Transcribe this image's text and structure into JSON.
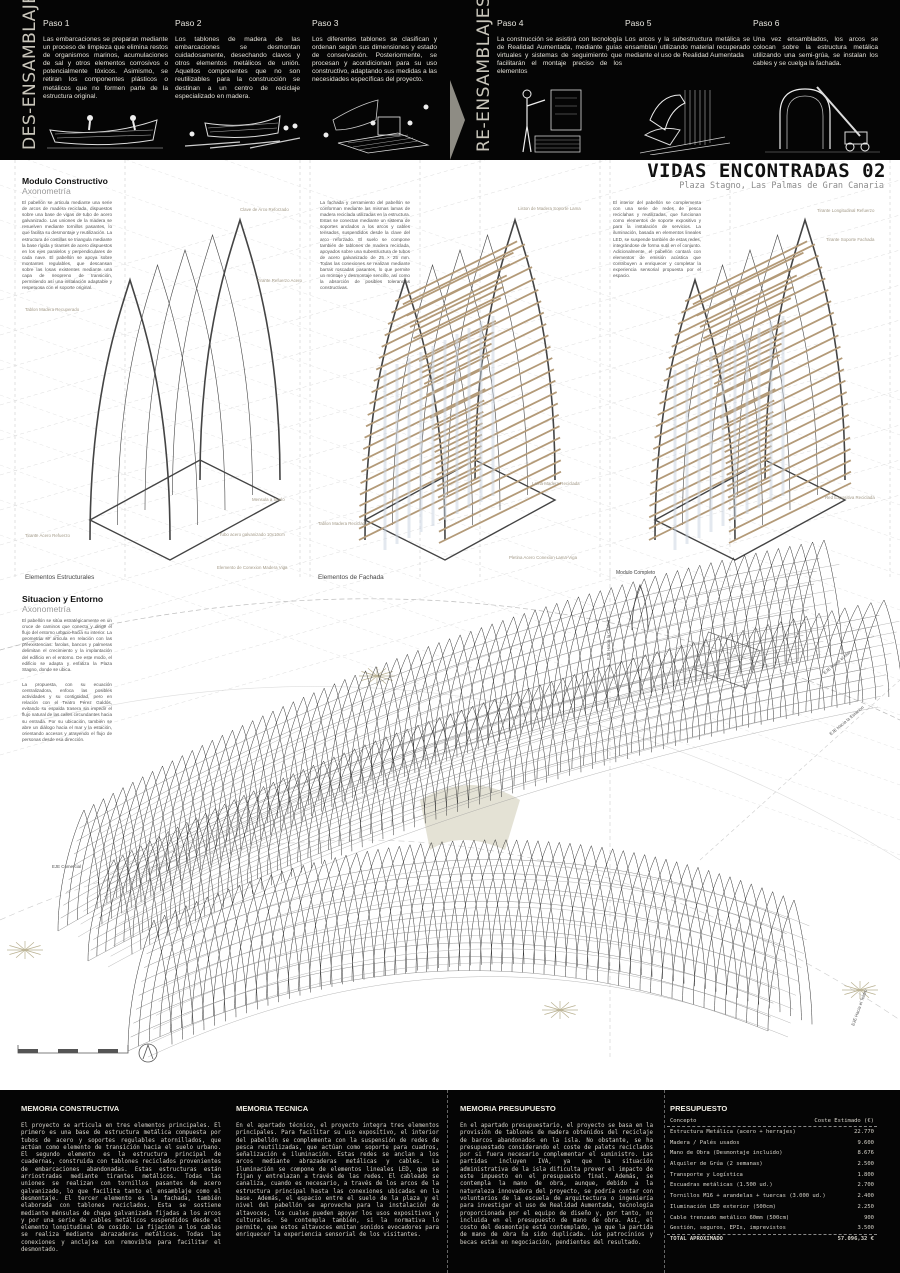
{
  "header": {
    "left_band": "DES-ENSAMBLAJE",
    "right_band": "RE-ENSAMBLAJES",
    "steps": [
      {
        "title": "Paso 1",
        "text": "Las embarcaciones se preparan mediante un proceso de limpieza que elimina restos de organismos marinos, acumulaciones de sal y otros elementos corrosivos o potencialmente tóxicos. Asimismo, se retiran los componentes plásticos o metálicos que no formen parte de la estructura original."
      },
      {
        "title": "Paso 2",
        "text": "Los tablones de madera de las embarcaciones se desmontan cuidadosamente, desechando clavos y otros elementos metálicos de unión. Aquellos componentes que no son reutilizables para la construcción se destinan a un centro de reciclaje especializado en madera."
      },
      {
        "title": "Paso 3",
        "text": "Los diferentes tablones se clasifican y ordenan según sus dimensiones y estado de conservación. Posteriormente, se procesan y acondicionan para su uso constructivo, adaptando sus medidas a las necesidades específicas del proyecto."
      },
      {
        "title": "Paso 4",
        "text": "La construcción se asistirá con tecnología de Realidad Aumentada, mediante guías virtuales y sistemas de seguimiento que facilitarán el montaje preciso de los elementos"
      },
      {
        "title": "Paso 5",
        "text": "Los arcos y la subestructura metálica se ensamblan utilizando material recuperado mediante el uso de Realidad Aumentada"
      },
      {
        "title": "Paso 6",
        "text": "Una vez ensamblados, los arcos se colocan sobre la estructura metálica utilizando una semi-grúa, se instalan los cables y se cuelga la fachada."
      }
    ]
  },
  "title": "VIDAS ENCONTRADAS 02",
  "subtitle": "Plaza Stagno, Las Palmas de Gran Canaria",
  "modulo": {
    "title": "Modulo Constructivo",
    "subtitle": "Axonometría",
    "text": "El pabellón se articula mediante una serie de arcos de madera reciclada, dispuestos sobre una base de vigas de tubo de acero galvanizado. Las uniones de la madera se resuelven mediante tornillos pasantes, lo que facilita su desmontaje y reutilización. La estructura de costillas se triangula mediante la base rígida y tirantes de acero dispuestos en los ejes paralelos y perpendiculares de cada nave. El pabellón se apoya sobre montantes regulables, que descansan sobre las losas existentes mediante una capa de neopreno de transición, permitiendo así una instalación adaptable y respetuosa con el soporte original.",
    "fachada_text": "La fachada y cerramiento del pabellón se conforman mediante las mismas lamas de madera reciclada utilizadas en la estructura. Estas se conectan mediante un sistema de soportes anclados a los arcos y cables tensados, suspendidos desde la clave del arco reforzado. El suelo se compone también de tablones de madera reciclada, apoyados sobre una subestructura de tubos de acero galvanizado de 25 × 25 mm. Todas las conexiones se realizan mediante barras roscadas pasantes, lo que permite un montaje y desmontaje sencillo, así como la absorción de posibles tolerancias constructivas.",
    "interior_text": "El interior del pabellón se complementa con una serie de redes de pesca reciclahas y reutilizadas, que funcionan como elementos de soporte expositivo y para la instalación de servicios. La iluminación, basada en elementos lineales LED, se suspende también de estas redes, integrándose de forma sutil en el conjunto. Adicionalmente, el pabellón contará con elementos de emisión acústica que contribuyen a enriquecer y completar la experiencia sensorial propuesta por el espacio.",
    "labels": {
      "clave": "Clave de Arco Reforzado",
      "tirante_refuerzo": "Tirante Refuerzo Acero",
      "tablon_recuperado": "Tablon Madera Recuperado",
      "tirante_acero": "Tirante Acero Refuerzo",
      "mensula": "Mensula a Suelo",
      "tubo": "Tubo acero galvanizado 10x10cm",
      "conexion": "Elemento de Conexion Madera Viga",
      "liston": "Liston de Madera Soporte Lama",
      "lama": "Lama Madera Reciclada",
      "tablon_reciclado": "Tablon Madera Reciclada",
      "pletina": "Pletina Acero Conexion Lama-Viga",
      "tirante_long": "Tirante Longitudinal Refuerzo",
      "tirante_fachada": "Tirante Soporte Fachada",
      "red": "Red Expositiva Reciclada"
    },
    "group_estructurales": "Elementos Estructurales",
    "group_fachada": "Elementos de Fachada",
    "group_completo": "Modulo Completo"
  },
  "situacion": {
    "title": "Situacion y Entorno",
    "subtitle": "Axonometría",
    "text1": "El pabellón se sitúa estratégicamente en un cruce de caminos que conecta y dirige el flujo del entorno urbano hacia su interior. La geometría se articula en relación con las preexistencias: farolas, bancos y palmeras delimitan el crecimiento y la implantación del edificio en el entorno. De este modo, el edificio se adapta y enfatiza la Plaza Stagno, donde se ubica.",
    "text2": "La propuesta, con su ecuación centralizadora, enfoca las posibles actividades y su contigüidad, pero en relación con el Teatro Pérez Galdós, evitando su espalda trasera sin impedir el flujo natural de las calles circundantes hacia su entrada. Por su ubicación, también se abre un diálogo hacia el mar y la estación, orientando accesos y atrayendo el flujo de personas desde esa dirección.",
    "axes": {
      "ciudad": "EJE Hacia la Ciudad",
      "mar": "EJE Hacia el Mar",
      "estacion": "EJE Hacia la Estacion",
      "comercial": "EJE Comercial",
      "teatro": "EJE Hacia el Teatro"
    }
  },
  "footer": {
    "constructiva": {
      "title": "MEMORIA CONSTRUCTIVA",
      "text": "El proyecto se articula en tres elementos principales. El primero es una base de estructura metálica compuesta por tubos de acero y soportes regulables atornillados, que actúan como elemento de transición hacia el suelo urbano. El segundo elemento es la estructura principal de cuadernas, construida con tablones reciclados provenientes de embarcaciones abandonadas. Estas estructuras están arriostradas mediante tirantes metálicos. Todas las uniones se realizan con tornillos pasantes de acero galvanizado, lo que facilita tanto el ensamblaje como el desmontaje. El tercer elemento es la fachada, también elaborada con tablones reciclados. Esta se sostiene mediante ménsulas de chapa galvanizada fijadas a los arcos y por una serie de cables metálicos suspendidos desde el elemento longitudinal de cosido. La fijación a los cables se realiza mediante abrazaderas metálicas. Todas las conexiones y anclajse son removible para facilitar el desmontado."
    },
    "tecnica": {
      "title": "MEMORIA TECNICA",
      "text": "En el apartado técnico, el proyecto integra tres elementos principales. Para facilitar su uso expositivo, el interior del pabellón se complementa con la suspensión de redes de pesca reutilizadas, que actúan como soporte para cuadros, señalización e iluminación. Estas redes se anclan a los arcos mediante abrazaderas metálicas y cables. La iluminación se compone de elementos lineales LED, que se fijan y entrelazan a través de las redes. El cableado se canaliza, cuando es necesario, a través de los arcos de la estructura principal hasta las conexiones ubicadas en la base. Además, el espacio entre el suelo de la plaza y el nivel del pabellón se aprovecha para la instalación de altavoces, los cuales pueden apoyar los usos expositivos y culturales. Se contempla también, si la normativa lo permite, que estos altavoces emitan sonidos evocadores para enriquecer la experiencia sensorial de los visitantes."
    },
    "presupuesto_memoria": {
      "title": "MEMORIA PRESUPUESTO",
      "text": "En el apartado presupuestario, el proyecto se basa en la provisión de tablones de madera obtenidos del reciclaje de barcos abandonados en la isla. No obstante, se ha presupuestado considerando el coste de palets reciclados por si fuera necesario complementar el suministro. Las partidas incluyen IVA, ya que la situación administrativa de la isla dificulta prever el impacto de este impuesto en el presupuesto final. Además, se contempla la mano de obra, aunque, debido a la naturaleza innovadora del proyecto, se podría contar con voluntarios de la escuela de arquitectura o ingeniería para investigar el uso de Realidad Aumentada, tecnología proporcionada por el equipo de diseño y, por tanto, no incluida en el presupuesto de mano de obra. Así, el costo del desmontaje está contemplado, ya que la partida de mano de obra ha sido duplicada. Los patrocinios y becas están en negociación, pendientes del resultado."
    },
    "presupuesto": {
      "title": "PRESUPUESTO",
      "col_concepto": "Concepto",
      "col_coste": "Coste Estimado (€)",
      "rows": [
        {
          "concepto": "Estructura Metálica (acero + herrajes)",
          "coste": "22.770"
        },
        {
          "concepto": "Madera / Palés usados",
          "coste": "9.600"
        },
        {
          "concepto": "Mano de Obra (Desmontaje incluido)",
          "coste": "8.676"
        },
        {
          "concepto": "Alquiler de Grúa (2 semanas)",
          "coste": "2.500"
        },
        {
          "concepto": "Transporte y Logística",
          "coste": "1.800"
        },
        {
          "concepto": "Escuadras metálicas (1.500 ud.)",
          "coste": "2.700"
        },
        {
          "concepto": "Tornillos M16 + arandelas + tuercas (3.000 ud.)",
          "coste": "2.400"
        },
        {
          "concepto": "Iluminación LED exterior (500cm)",
          "coste": "2.250"
        },
        {
          "concepto": "Cable trenzado metálico 60mm (500cm)",
          "coste": "900"
        },
        {
          "concepto": "Gestión, seguros, EPIs, imprevistos",
          "coste": "3.500"
        }
      ],
      "total_label": "TOTAL APROXIMADO",
      "total_value": "57.096,32 €"
    }
  },
  "colors": {
    "wood": "#b39a78",
    "line": "#444444",
    "accent_gray": "#8e8c84",
    "plaza_green": "#d9d6c3"
  }
}
